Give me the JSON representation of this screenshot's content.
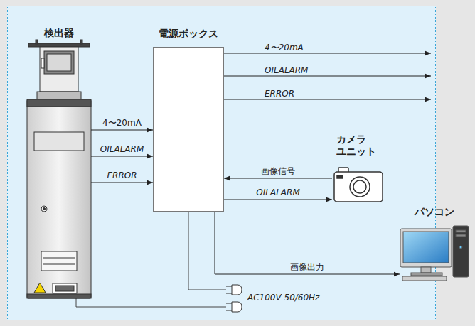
{
  "diagram": {
    "nodes": [
      {
        "text": [
          "検出器"
        ]
      },
      {
        "text": [
          "電源ボックス"
        ]
      },
      {
        "text": [
          "カメラ ユニット"
        ]
      },
      {
        "text": [
          "パソコン"
        ]
      }
    ],
    "edges": [
      {
        "from": 0,
        "to": 1,
        "label": "4〜20mA",
        "arrow": "to"
      },
      {
        "from": 0,
        "to": 1,
        "label": "OILALARM",
        "arrow": "to"
      },
      {
        "from": 0,
        "to": 1,
        "label": "ERROR",
        "arrow": "to"
      },
      {
        "from": 2,
        "to": 1,
        "label": "画像信号",
        "arrow": "to"
      },
      {
        "from": 1,
        "to": 2,
        "label": "OILALARM",
        "arrow": "to"
      },
      {
        "from": 1,
        "to": 3,
        "label": "画像出力",
        "arrow": "to"
      }
    ],
    "labels": [
      "4〜20mA",
      "OILALARM",
      "ERROR",
      "AC100V 50/60Hz"
    ]
  }
}
